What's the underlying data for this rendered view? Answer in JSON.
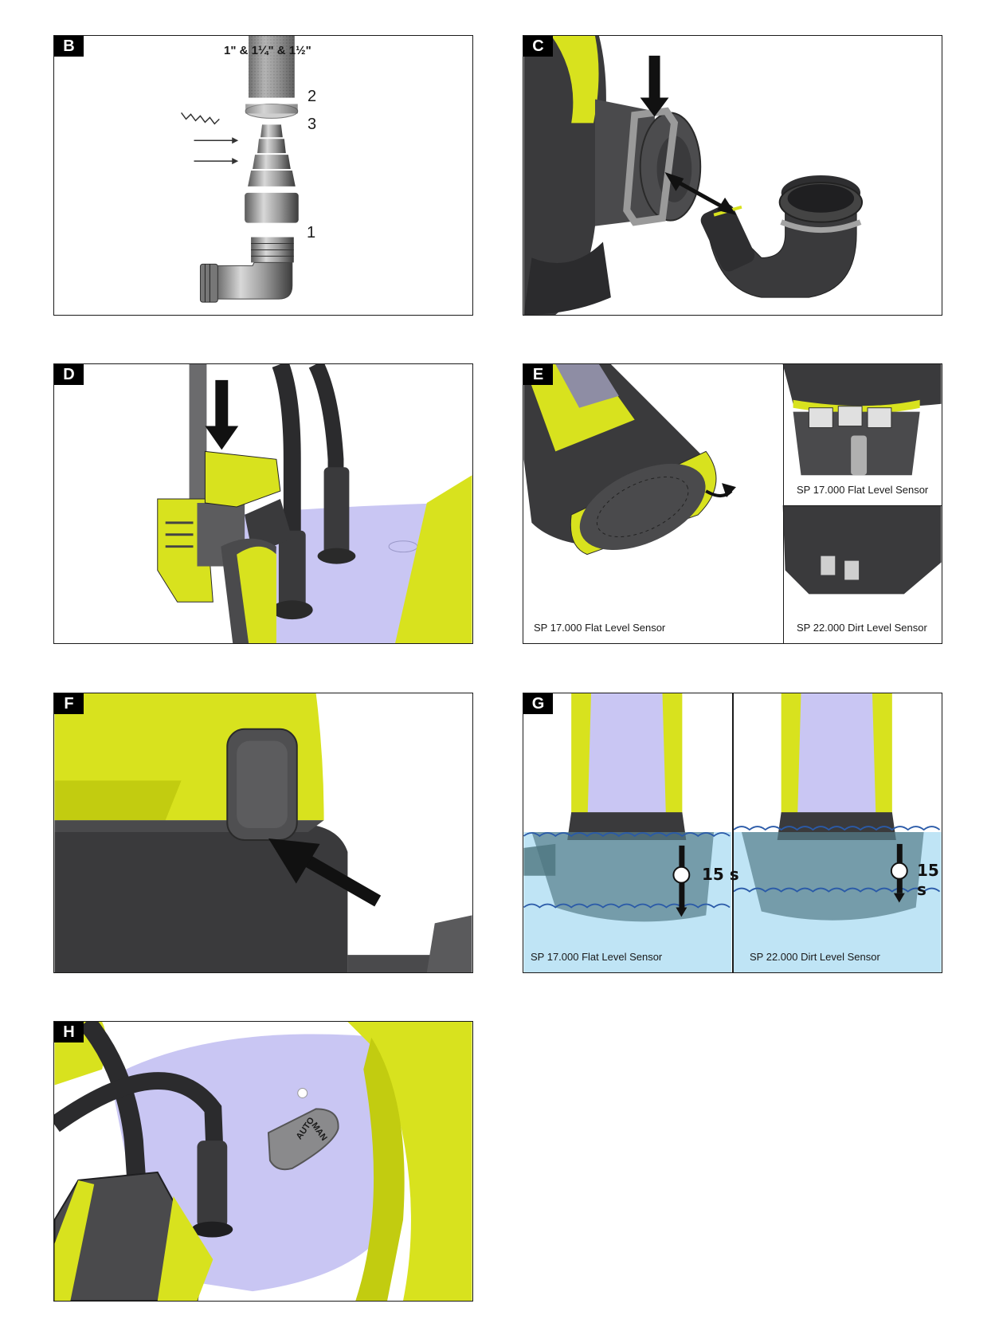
{
  "panels": {
    "b": {
      "tag": "B",
      "sizes": "1\" & 1¼\" & 1½\"",
      "label_2": "2",
      "label_3": "3",
      "label_1": "1"
    },
    "c": {
      "tag": "C"
    },
    "d": {
      "tag": "D"
    },
    "e": {
      "tag": "E",
      "caption_main": "SP 17.000 Flat Level Sensor",
      "caption_top_right": "SP 17.000 Flat Level Sensor",
      "caption_bottom_right": "SP 22.000 Dirt Level Sensor"
    },
    "f": {
      "tag": "F"
    },
    "g": {
      "tag": "G",
      "caption_left": "SP 17.000 Flat Level Sensor",
      "caption_right": "SP 22.000 Dirt Level Sensor",
      "timer_left": "15 s",
      "timer_right": "15 s"
    },
    "h": {
      "tag": "H",
      "switch_auto": "AUTO",
      "switch_man": "MAN"
    }
  },
  "colors": {
    "accent_yellow": "#d8e21e",
    "body_dark": "#3a3a3c",
    "motor_lavender": "#c9c6f3",
    "water_blue": "#bfe4f5",
    "wave_blue": "#2a5aa8"
  }
}
